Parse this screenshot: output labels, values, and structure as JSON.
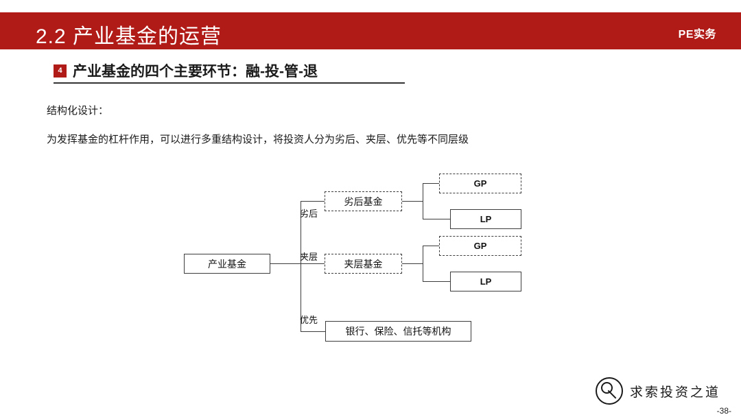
{
  "header": {
    "title": "2.2  产业基金的运营",
    "brand": "PE实务"
  },
  "section": {
    "badge": "4",
    "title": "产业基金的四个主要环节：融-投-管-退"
  },
  "content": {
    "sub_label": "结构化设计：",
    "body_text": "为发挥基金的杠杆作用，可以进行多重结构设计，将投资人分为劣后、夹层、优先等不同层级"
  },
  "diagram": {
    "root": "产业基金",
    "branches": [
      {
        "label": "劣后",
        "fund": "劣后基金",
        "children": [
          "GP",
          "LP"
        ]
      },
      {
        "label": "夹层",
        "fund": "夹层基金",
        "children": [
          "GP",
          "LP"
        ]
      },
      {
        "label": "优先",
        "fund": "银行、保险、信托等机构",
        "children": []
      }
    ]
  },
  "footer": {
    "qr_text": "求索投资之道",
    "page_number": "-38-"
  }
}
